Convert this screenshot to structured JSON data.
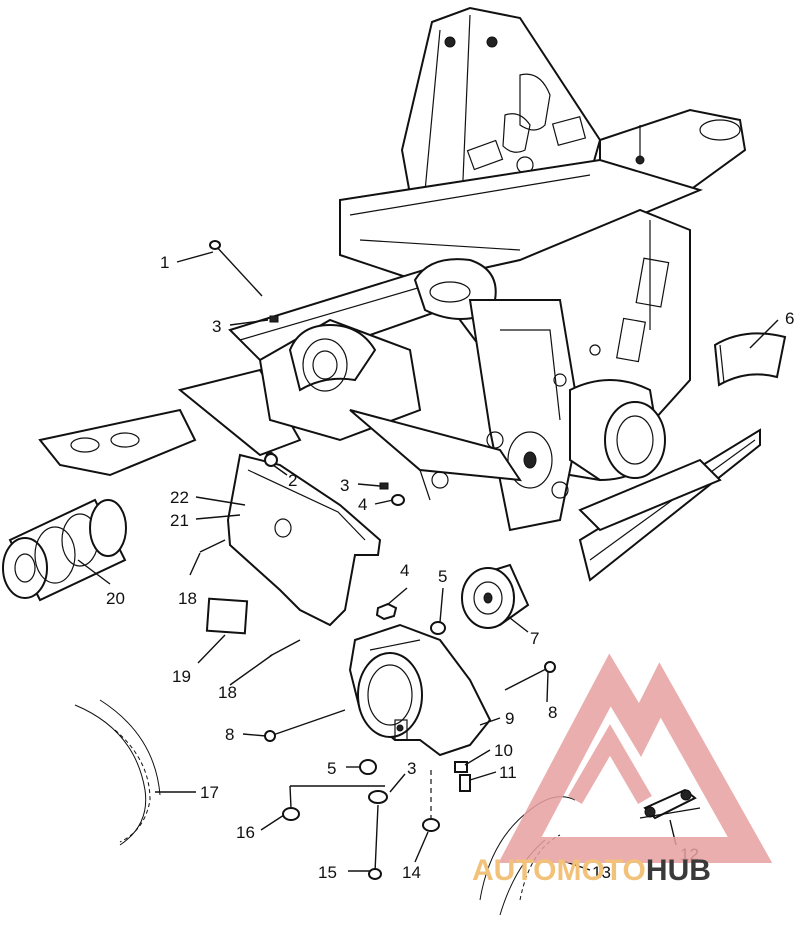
{
  "callouts": [
    {
      "id": "c1",
      "text": "1"
    },
    {
      "id": "c2",
      "text": "2"
    },
    {
      "id": "c3a",
      "text": "3"
    },
    {
      "id": "c3b",
      "text": "3"
    },
    {
      "id": "c3c",
      "text": "3"
    },
    {
      "id": "c4a",
      "text": "4"
    },
    {
      "id": "c4b",
      "text": "4"
    },
    {
      "id": "c5a",
      "text": "5"
    },
    {
      "id": "c5b",
      "text": "5"
    },
    {
      "id": "c6",
      "text": "6"
    },
    {
      "id": "c7",
      "text": "7"
    },
    {
      "id": "c8a",
      "text": "8"
    },
    {
      "id": "c8b",
      "text": "8"
    },
    {
      "id": "c9",
      "text": "9"
    },
    {
      "id": "c10",
      "text": "10"
    },
    {
      "id": "c11",
      "text": "11"
    },
    {
      "id": "c12",
      "text": "12"
    },
    {
      "id": "c13",
      "text": "13"
    },
    {
      "id": "c14",
      "text": "14"
    },
    {
      "id": "c15",
      "text": "15"
    },
    {
      "id": "c16",
      "text": "16"
    },
    {
      "id": "c17",
      "text": "17"
    },
    {
      "id": "c18a",
      "text": "18"
    },
    {
      "id": "c18b",
      "text": "18"
    },
    {
      "id": "c19",
      "text": "19"
    },
    {
      "id": "c20",
      "text": "20"
    },
    {
      "id": "c21",
      "text": "21"
    },
    {
      "id": "c22",
      "text": "22"
    }
  ],
  "watermark": {
    "text_part1": "AUTOMOTO",
    "text_part2": "HUB",
    "color_part1": "#f2c27a",
    "color_part2": "#3a3a3a",
    "triangle_color": "#e8a0a0"
  }
}
